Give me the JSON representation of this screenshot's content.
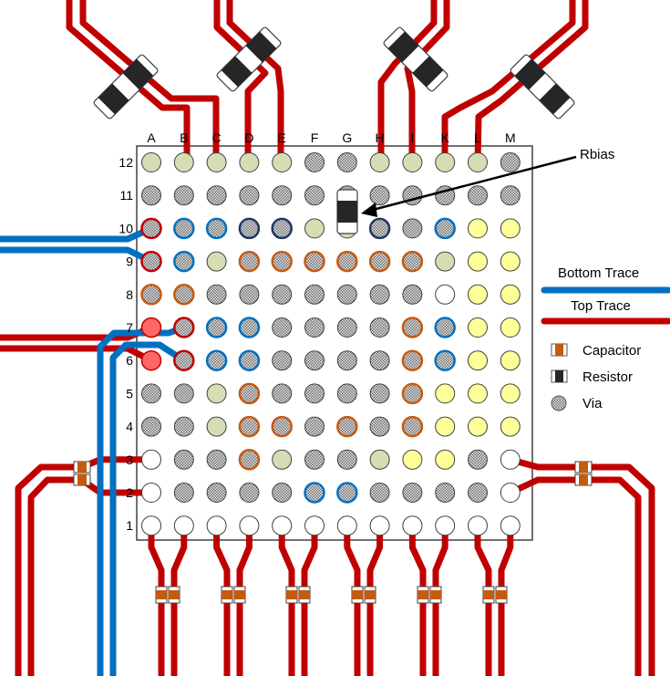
{
  "columns": [
    "A",
    "B",
    "C",
    "D",
    "E",
    "F",
    "G",
    "H",
    "I",
    "K",
    "L",
    "M"
  ],
  "rows": [
    "12",
    "11",
    "10",
    "9",
    "8",
    "7",
    "6",
    "5",
    "4",
    "3",
    "2",
    "1"
  ],
  "grid": [
    [
      "gn",
      "gn",
      "gn",
      "gn",
      "gn",
      "v",
      "v",
      "gn",
      "gn",
      "gn",
      "gn",
      "v"
    ],
    [
      "v",
      "v",
      "v",
      "v",
      "v",
      "v",
      "v",
      "v",
      "v",
      "v",
      "v",
      "v"
    ],
    [
      "vr",
      "vb",
      "vb",
      "vn",
      "vn",
      "gn",
      "gn",
      "vn",
      "v",
      "vb",
      "y",
      "y"
    ],
    [
      "vr",
      "vb",
      "gn",
      "vo",
      "vo",
      "vo",
      "vo",
      "vo",
      "vo",
      "gn",
      "y",
      "y"
    ],
    [
      "vo",
      "vo",
      "v",
      "v",
      "v",
      "v",
      "v",
      "v",
      "v",
      "w",
      "y",
      "y"
    ],
    [
      "r",
      "vr",
      "vb",
      "vb",
      "v",
      "v",
      "v",
      "v",
      "vo",
      "vb",
      "y",
      "y"
    ],
    [
      "r",
      "vr",
      "vb",
      "vb",
      "v",
      "v",
      "v",
      "v",
      "vo",
      "vb",
      "y",
      "y"
    ],
    [
      "v",
      "v",
      "gn",
      "vo",
      "v",
      "v",
      "v",
      "v",
      "vo",
      "y",
      "y",
      "y"
    ],
    [
      "v",
      "v",
      "gn",
      "vo",
      "vo",
      "v",
      "vo",
      "v",
      "vo",
      "y",
      "y",
      "y"
    ],
    [
      "w",
      "v",
      "v",
      "vo",
      "gn",
      "v",
      "v",
      "gn",
      "y",
      "y",
      "v",
      "w"
    ],
    [
      "w",
      "v",
      "v",
      "v",
      "v",
      "vb",
      "vb",
      "v",
      "v",
      "v",
      "v",
      "w"
    ],
    [
      "w",
      "w",
      "w",
      "w",
      "w",
      "w",
      "w",
      "w",
      "w",
      "w",
      "w",
      "w"
    ]
  ],
  "annotation": {
    "text": "Rbias"
  },
  "legend": {
    "bottom_trace": "Bottom Trace",
    "top_trace": "Top Trace",
    "capacitor": "Capacitor",
    "resistor": "Resistor",
    "via": "Via"
  },
  "colors": {
    "top_trace": "#c00000",
    "bottom_trace": "#0070c0",
    "capacitor": "#c55a11",
    "resistor": "#262626",
    "green_pad": "#d6dcb4",
    "yellow_pad": "#ffff99",
    "red_pad": "#ff6666",
    "via": "#8c8c8c"
  }
}
